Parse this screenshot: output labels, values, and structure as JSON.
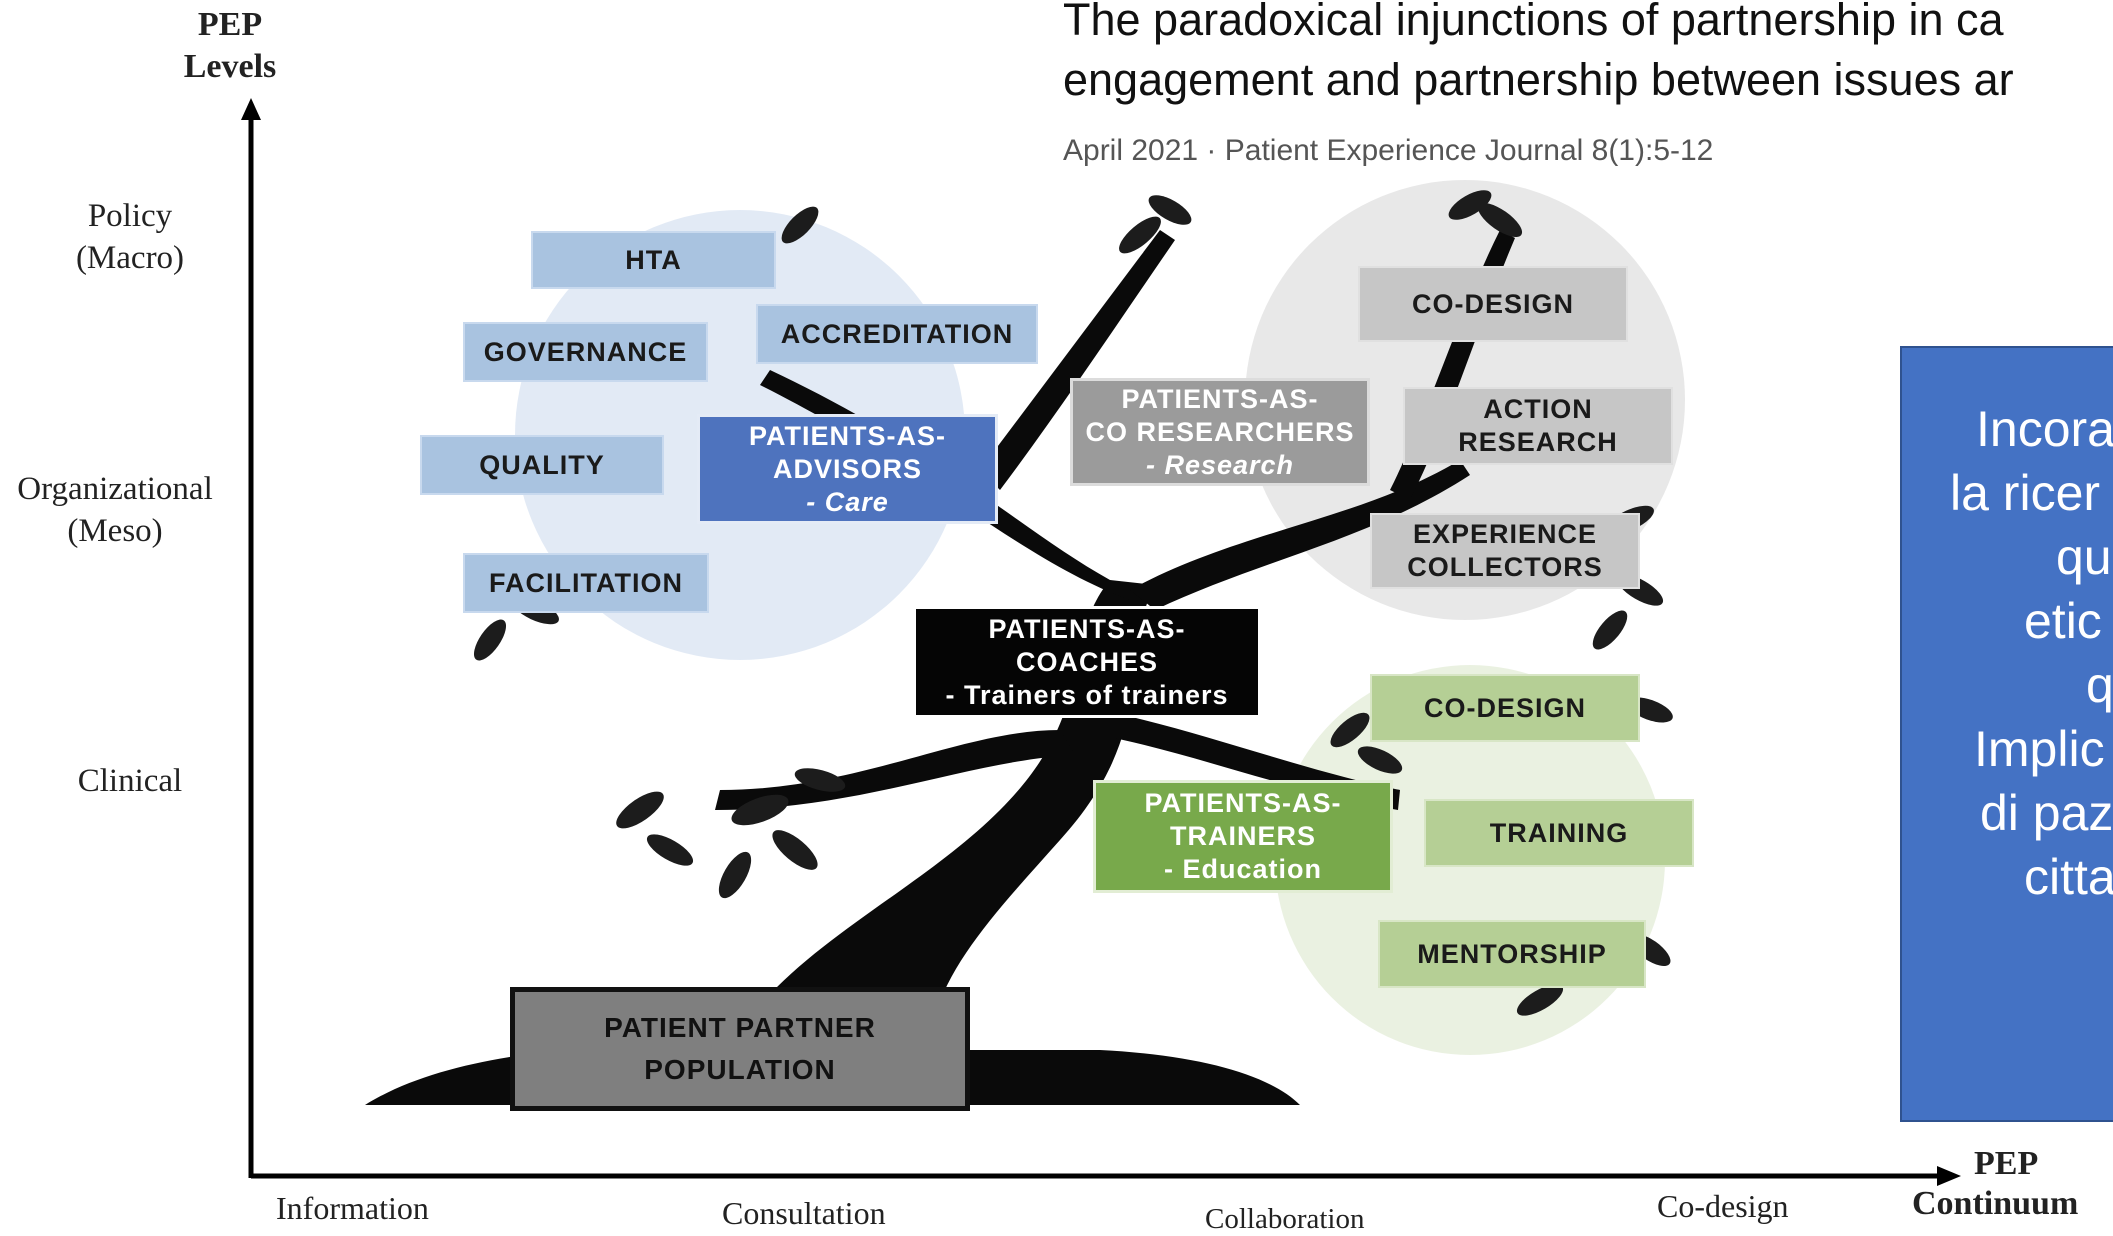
{
  "header": {
    "title_line1": "The paradoxical injunctions of partnership in ca",
    "title_line2": "engagement and partnership between issues ar",
    "meta": "April 2021 · Patient Experience Journal 8(1):5-12"
  },
  "y_axis": {
    "title_line1": "PEP",
    "title_line2": "Levels",
    "levels": [
      {
        "line1": "Policy",
        "line2": "(Macro)"
      },
      {
        "line1": "Organizational",
        "line2": "(Meso)"
      },
      {
        "line1": "Clinical",
        "line2": ""
      }
    ]
  },
  "x_axis": {
    "title_line1": "PEP",
    "title_line2": "Continuum",
    "levels": [
      "Information",
      "Consultation",
      "Collaboration",
      "Co-design"
    ]
  },
  "boxes": {
    "hta": "HTA",
    "governance": "GOVERNANCE",
    "accreditation": "ACCREDITATION",
    "quality": "QUALITY",
    "facilitation": "FACILITATION",
    "advisors": {
      "line1": "PATIENTS-AS-",
      "line2": "ADVISORS",
      "sub": "- Care"
    },
    "co_researchers": {
      "line1": "PATIENTS-AS-",
      "line2": "CO RESEARCHERS",
      "sub": "- Research"
    },
    "co_design_top": "CO-DESIGN",
    "action_research": {
      "line1": "ACTION",
      "line2": "RESEARCH"
    },
    "experience_collectors": {
      "line1": "EXPERIENCE",
      "line2": "COLLECTORS"
    },
    "coaches": {
      "line1": "PATIENTS-AS-",
      "line2": "COACHES",
      "sub": "- Trainers of trainers"
    },
    "co_design_bottom": "CO-DESIGN",
    "trainers": {
      "line1": "PATIENTS-AS-",
      "line2": "TRAINERS",
      "sub": "- Education"
    },
    "training": "TRAINING",
    "mentorship": "MENTORSHIP",
    "patient_partner": {
      "line1": "PATIENT PARTNER",
      "line2": "POPULATION"
    }
  },
  "side_panel": {
    "lines": [
      "Incora",
      "la ricer",
      "que",
      "etic",
      "qu",
      "Implic",
      "di paz",
      "citta"
    ]
  },
  "colors": {
    "blue_light": "#a9c3e0",
    "blue_dark": "#4e73be",
    "grey_light": "#c6c6c6",
    "grey_dark": "#9b9b9b",
    "green_light": "#b5cf95",
    "green_dark": "#78a94b",
    "panel": "#4472c4",
    "tree": "#0a0a0a"
  }
}
